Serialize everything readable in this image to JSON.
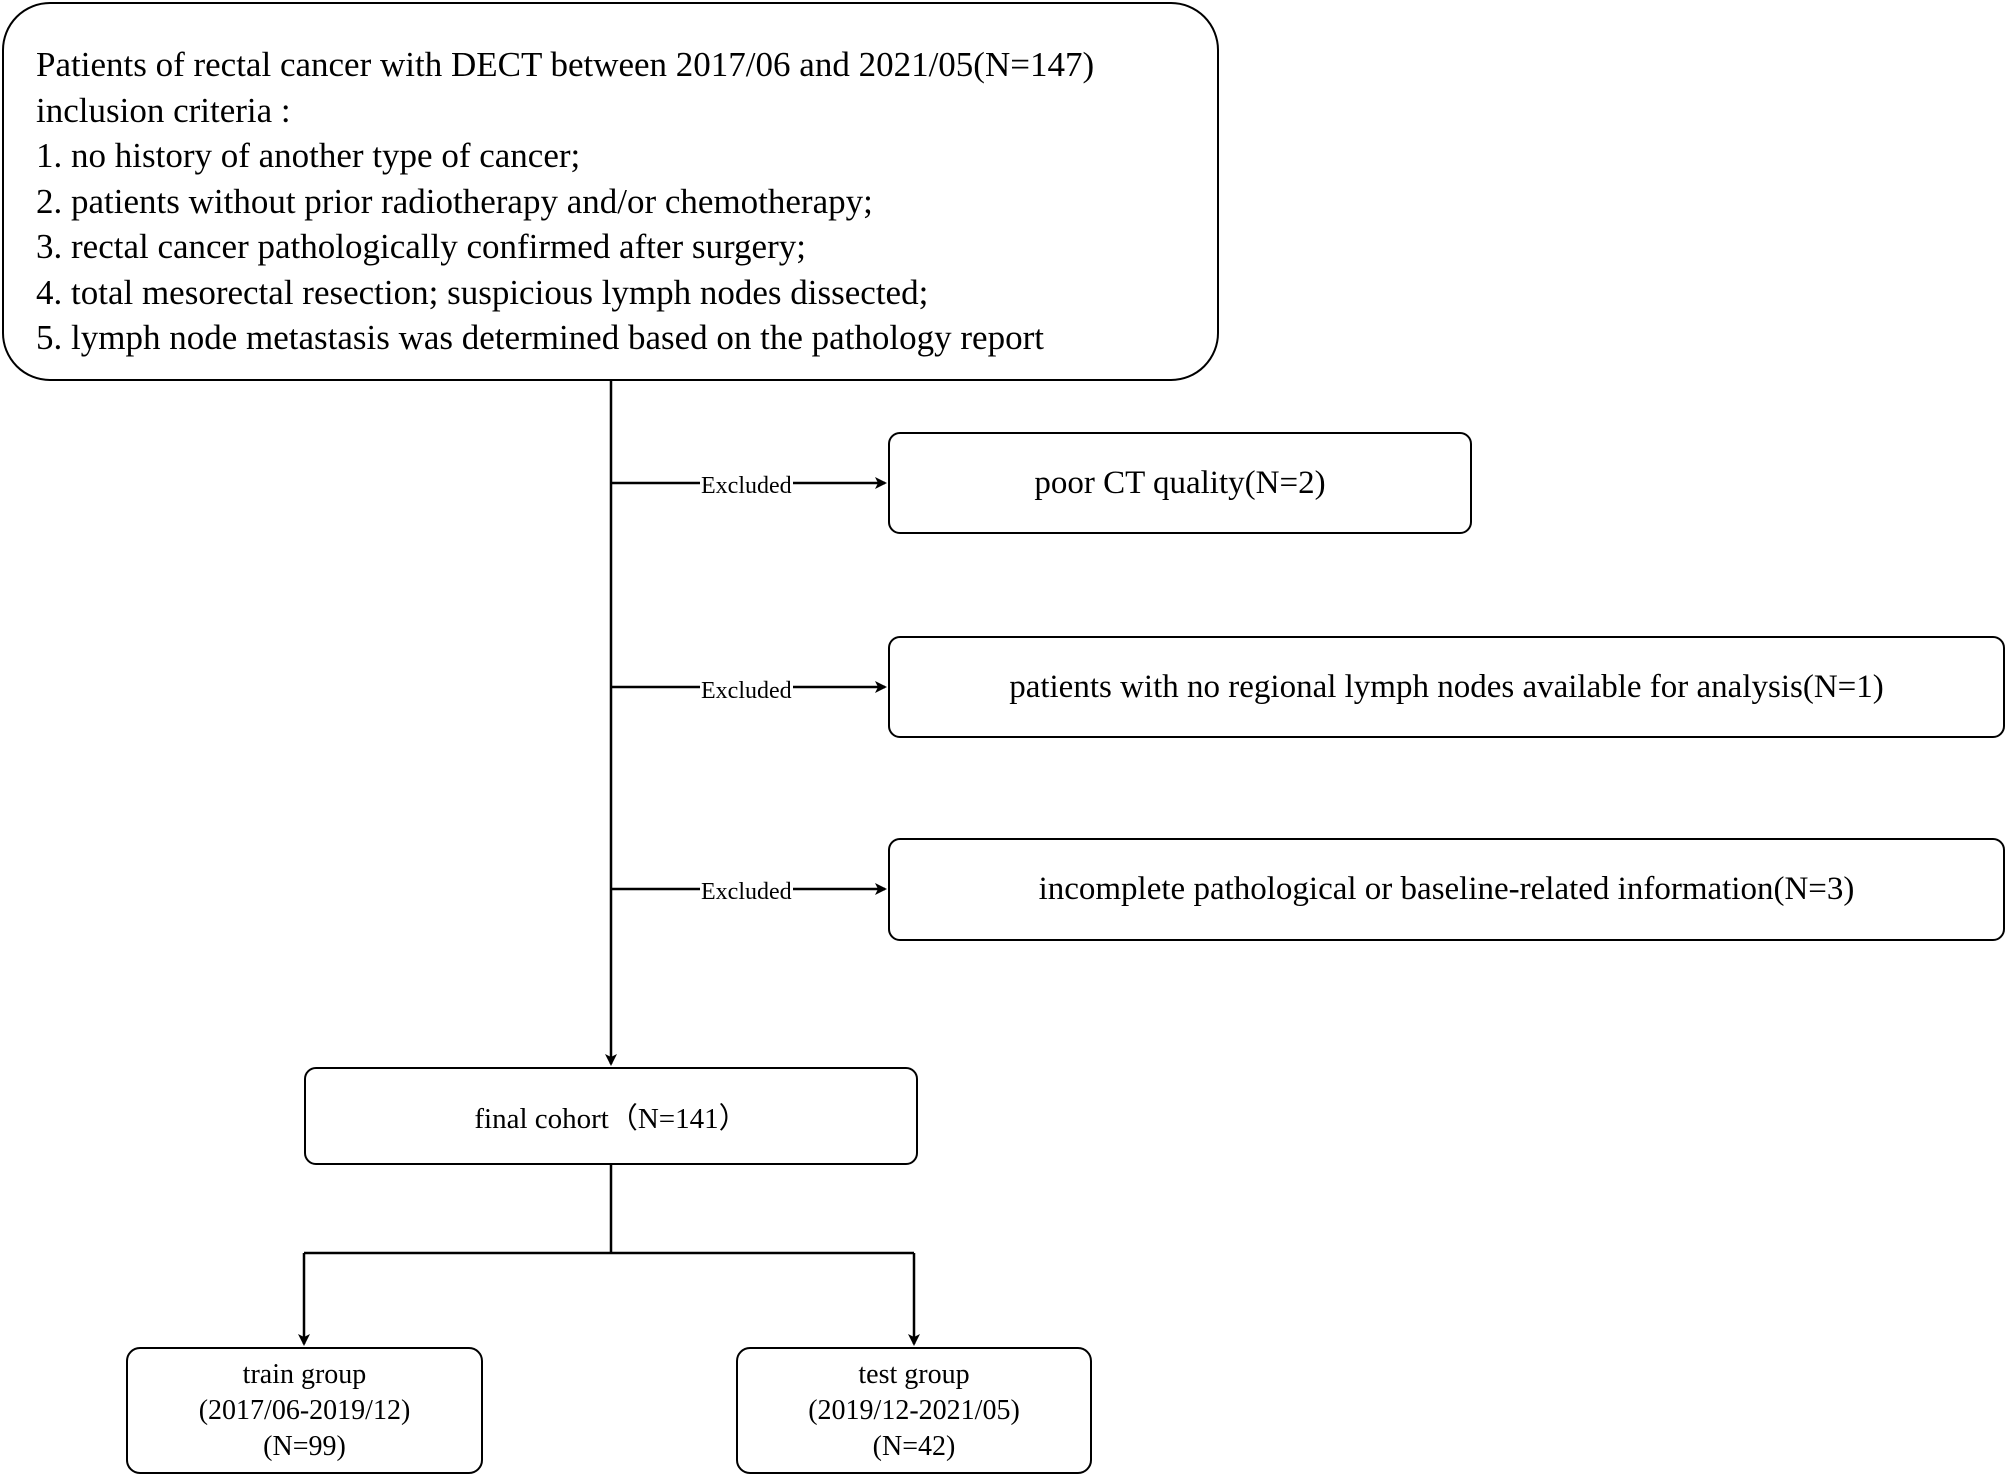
{
  "inclusion": {
    "title": "Patients of rectal cancer with DECT between 2017/06 and 2021/05(N=147)",
    "criteria_heading": "inclusion criteria :",
    "criteria": [
      "1. no history of another type of cancer;",
      "2. patients without prior radiotherapy and/or chemotherapy;",
      "3. rectal cancer pathologically confirmed after surgery;",
      "4. total mesorectal resection; suspicious lymph nodes dissected;",
      "5. lymph node metastasis was determined based on the  pathology report"
    ]
  },
  "exclusions": [
    {
      "label": "Excluded",
      "text": "poor CT quality(N=2)"
    },
    {
      "label": "Excluded",
      "text": "patients with no regional lymph nodes available for analysis(N=1)"
    },
    {
      "label": "Excluded",
      "text": "incomplete pathological or baseline-related information(N=3)"
    }
  ],
  "final_cohort": "final cohort（N=141）",
  "groups": {
    "train": {
      "name": "train group",
      "period": "(2017/06-2019/12)",
      "count": "(N=99)"
    },
    "test": {
      "name": "test group",
      "period": "(2019/12-2021/05)",
      "count": "(N=42)"
    }
  }
}
